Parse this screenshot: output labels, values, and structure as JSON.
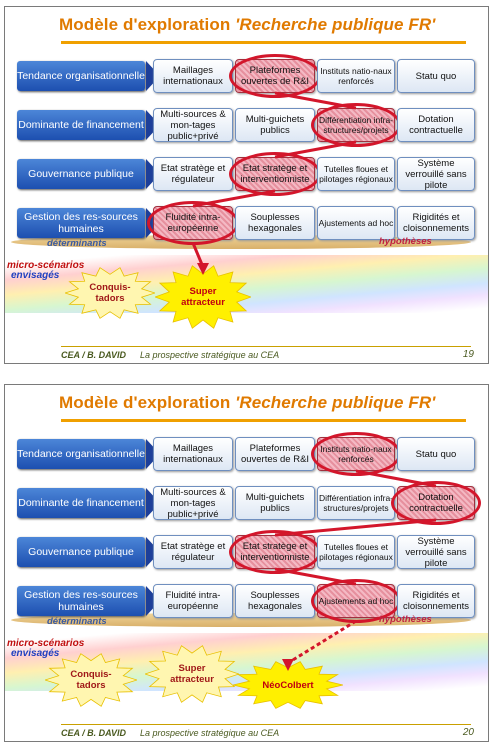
{
  "slides": [
    {
      "title_plain": "Modèle d'exploration ",
      "title_italic": "'Recherche publique FR'",
      "rows": [
        {
          "label": "Tendance organisationnelle",
          "options": [
            "Maillages internationaux",
            "Plateformes ouvertes de R&I",
            "Instituts natio-naux renforcés",
            "Statu quo"
          ]
        },
        {
          "label": "Dominante de financement",
          "options": [
            "Multi-sources & mon-tages public+privé",
            "Multi-guichets publics",
            "Différentiation infra-structures/projets",
            "Dotation contractuelle"
          ]
        },
        {
          "label": "Gouvernance publique",
          "options": [
            "Etat stratège et régulateur",
            "Etat stratège et interventionniste",
            "Tutelles floues et pilotages régionaux",
            "Système verrouillé sans pilote"
          ]
        },
        {
          "label": "Gestion des res-sources humaines",
          "options": [
            "Fluidité intra-européenne",
            "Souplesses hexagonales",
            "Ajustements ad hoc",
            "Rigidités et cloisonnements"
          ]
        }
      ],
      "selected": [
        1,
        2,
        1,
        0
      ],
      "determinants": "déterminants",
      "hypotheses": "hypothèses",
      "micro_scenarios": [
        "micro-scénarios",
        "envisagés"
      ],
      "bursts": [
        {
          "label": "Conquis-tadors",
          "fill": "#fff6b0",
          "text_color": "#a01818"
        },
        {
          "label": "Super attracteur",
          "fill": "#fff000",
          "text_color": "#c00010"
        }
      ],
      "footer_author": "CEA / B. DAVID",
      "footer_text": "La prospective stratégique au CEA",
      "page_number": "19"
    },
    {
      "title_plain": "Modèle d'exploration ",
      "title_italic": "'Recherche publique FR'",
      "rows": [
        {
          "label": "Tendance organisationnelle",
          "options": [
            "Maillages internationaux",
            "Plateformes ouvertes de R&I",
            "Instituts natio-naux renforcés",
            "Statu quo"
          ]
        },
        {
          "label": "Dominante de financement",
          "options": [
            "Multi-sources & mon-tages public+privé",
            "Multi-guichets publics",
            "Différentiation infra-structures/projets",
            "Dotation contractuelle"
          ]
        },
        {
          "label": "Gouvernance publique",
          "options": [
            "Etat stratège et régulateur",
            "Etat stratège et interventionniste",
            "Tutelles floues et pilotages régionaux",
            "Système verrouillé sans pilote"
          ]
        },
        {
          "label": "Gestion des res-sources humaines",
          "options": [
            "Fluidité intra-européenne",
            "Souplesses hexagonales",
            "Ajustements ad hoc",
            "Rigidités et cloisonnements"
          ]
        }
      ],
      "selected": [
        2,
        3,
        1,
        2
      ],
      "determinants": "déterminants",
      "hypotheses": "hypothèses",
      "micro_scenarios": [
        "micro-scénarios",
        "envisagés"
      ],
      "bursts": [
        {
          "label": "Conquis-tadors",
          "fill": "#fff6b0",
          "text_color": "#a01818"
        },
        {
          "label": "Super attracteur",
          "fill": "#fff6b0",
          "text_color": "#a01818"
        },
        {
          "label": "NéoColbert",
          "fill": "#fff000",
          "text_color": "#c00010"
        }
      ],
      "footer_author": "CEA / B. DAVID",
      "footer_text": "La prospective stratégique au CEA",
      "page_number": "20"
    }
  ],
  "colors": {
    "accent": "#e07a00",
    "row_label": "#1d4fb0",
    "highlight": "#d3162b"
  }
}
